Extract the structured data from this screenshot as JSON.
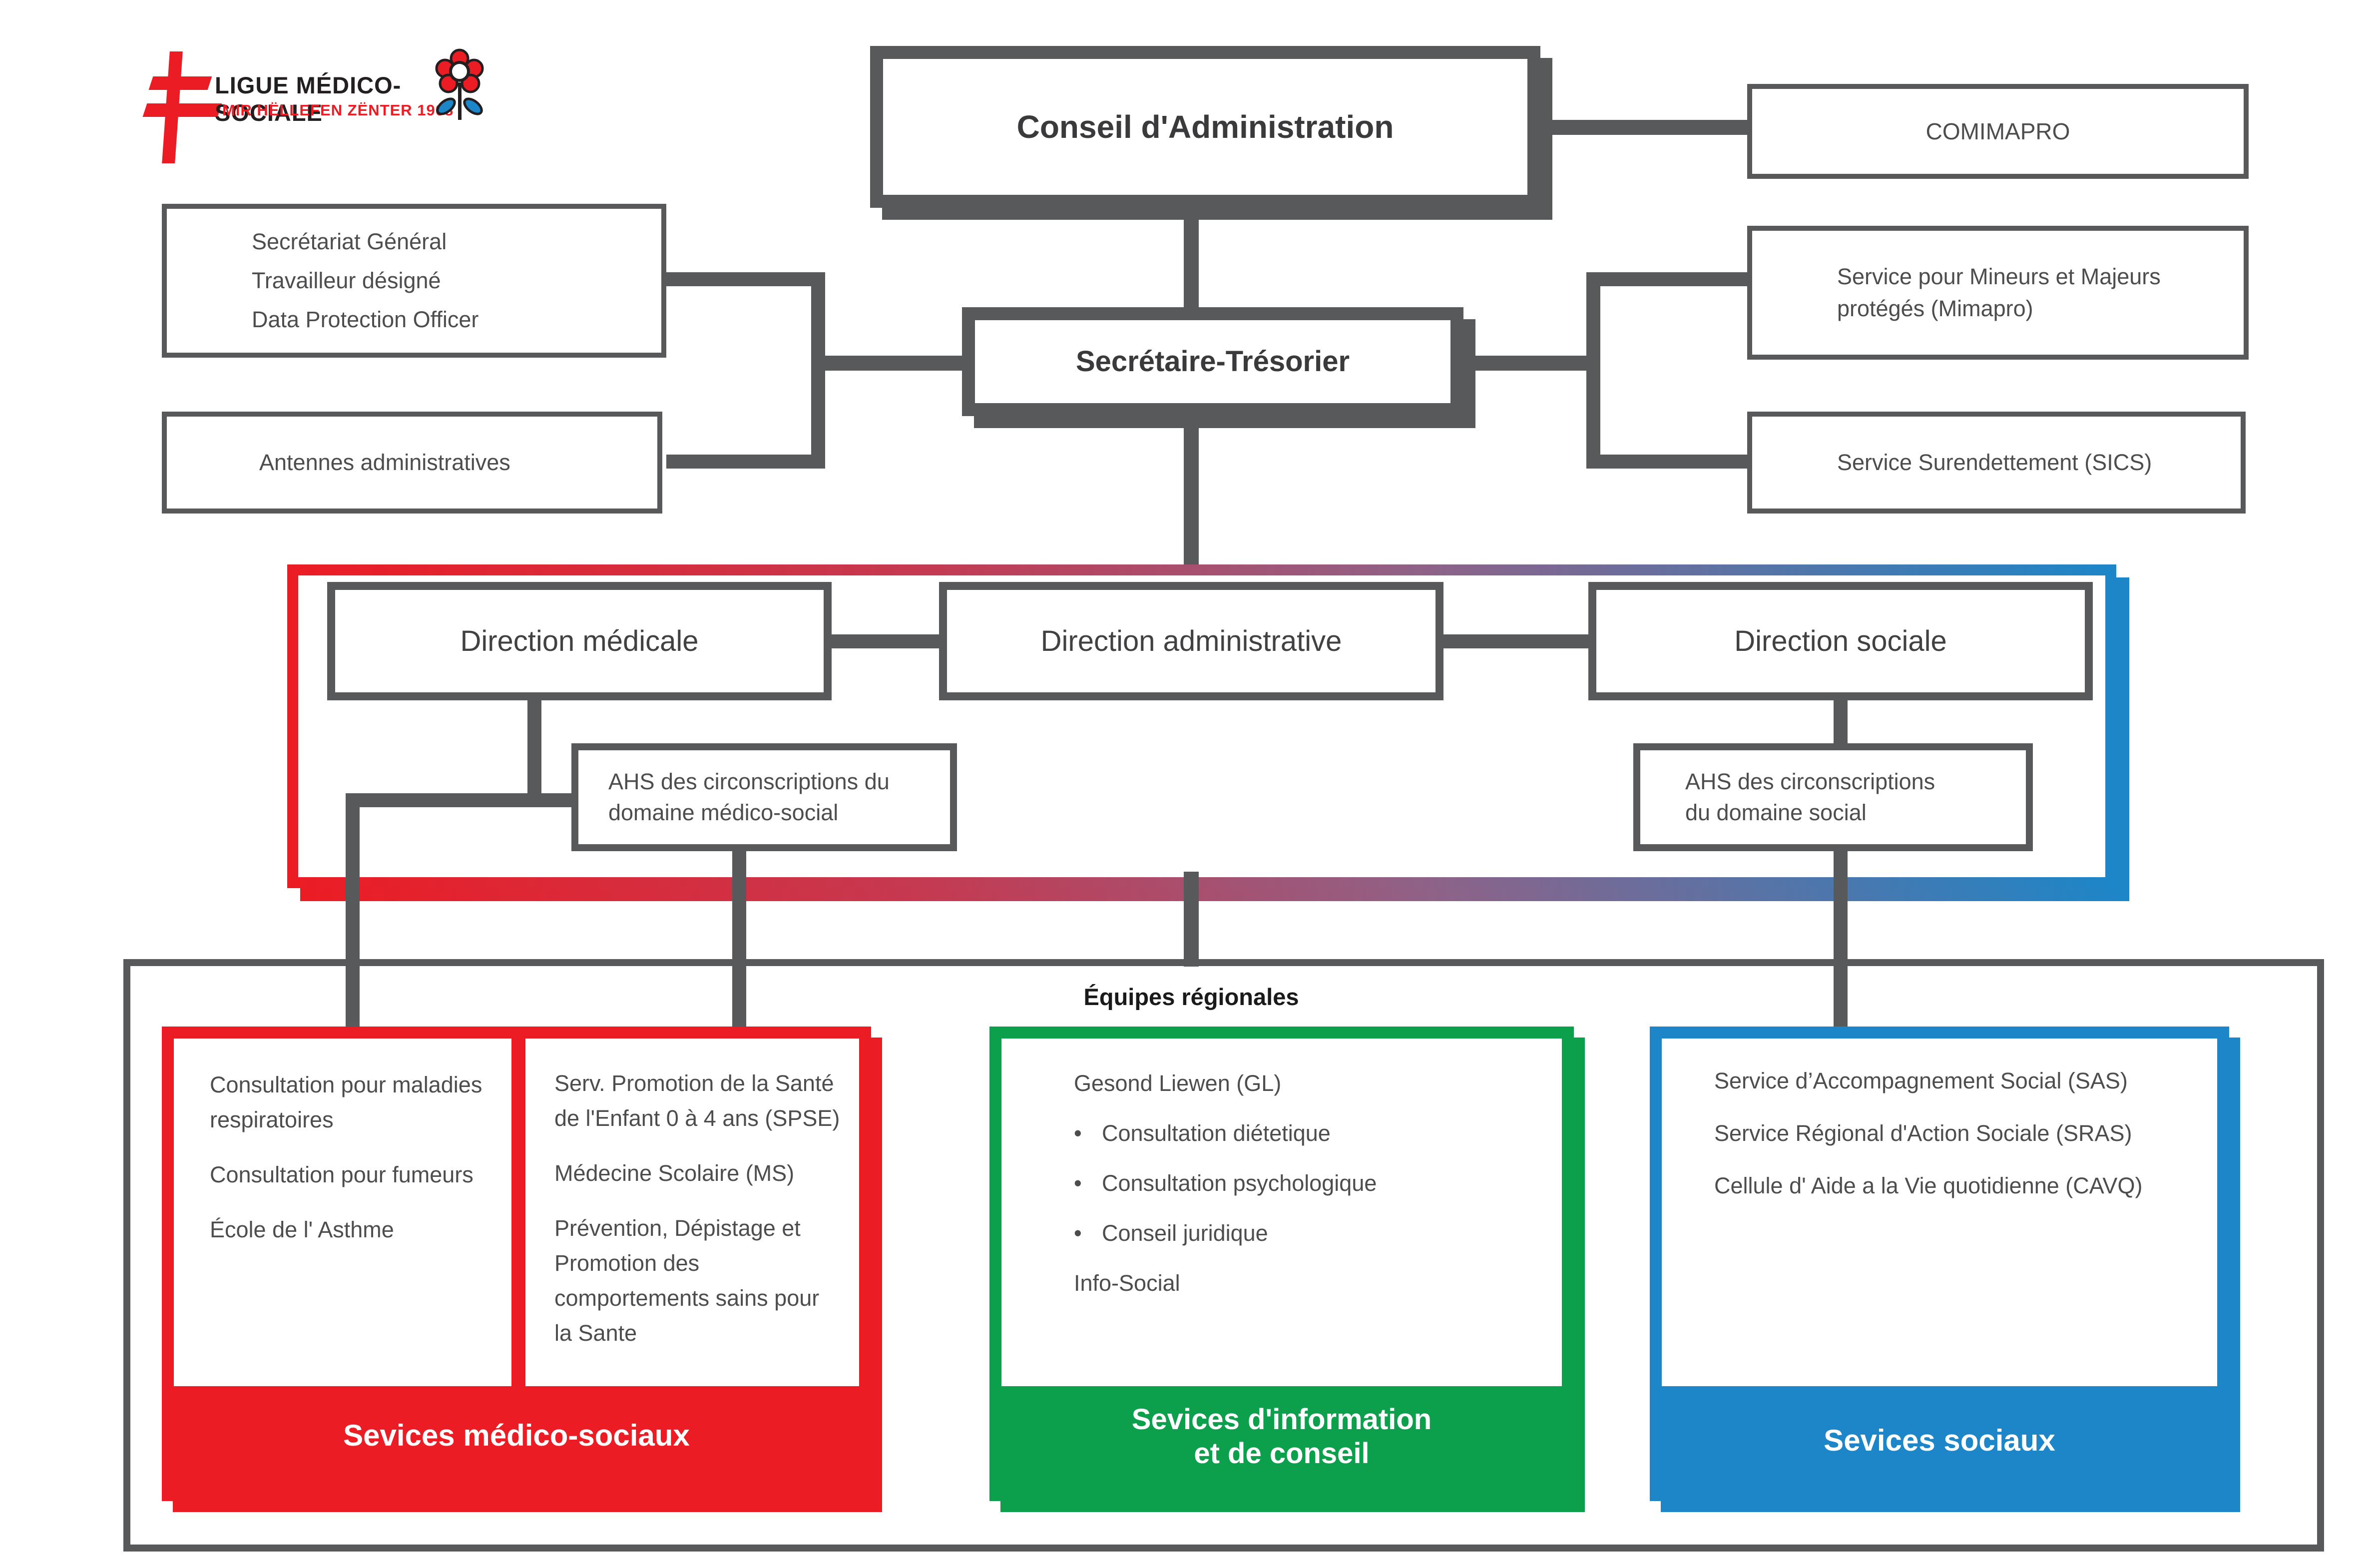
{
  "logo": {
    "title": "LIGUE MÉDICO-SOCIALE",
    "subtitle": "MIR HËLLEFEN ZËNTER 1908"
  },
  "colors": {
    "red": "#EC1C24",
    "green": "#0DA04C",
    "blue": "#1C86C8",
    "connector_gray": "#58595B"
  },
  "top": {
    "conseil": "Conseil d'Administration",
    "comimapro": "COMIMAPRO",
    "secretariat_items": [
      "Secrétariat Général",
      "Travailleur désigné",
      "Data Protection Officer"
    ],
    "antennes": "Antennes administratives",
    "secretaire": "Secrétaire-Trésorier",
    "mimapro": "Service pour Mineurs et Majeurs\nprotégés (Mimapro)",
    "sics": "Service Surendettement (SICS)"
  },
  "directions": {
    "medicale": "Direction médicale",
    "administrative": "Direction administrative",
    "sociale": "Direction sociale",
    "ahs_medico": "AHS des circonscriptions du\ndomaine médico-social",
    "ahs_social": "AHS des circonscriptions\ndu domaine social"
  },
  "bottom": {
    "equipes_label": "Équipes régionales",
    "bullet_char": "•",
    "red": {
      "col1": [
        "Consultation pour maladies\nrespiratoires",
        "Consultation pour fumeurs",
        "École de l' Asthme"
      ],
      "col2": [
        "Serv. Promotion de la Santé\nde l'Enfant 0 à 4 ans (SPSE)",
        "Médecine Scolaire (MS)",
        "Prévention, Dépistage et\nPromotion des\ncomportements sains pour\nla Sante"
      ],
      "footer": "Sevices médico-sociaux"
    },
    "green": {
      "title": "Gesond Liewen (GL)",
      "bullets": [
        "Consultation diétetique",
        "Consultation psychologique",
        "Conseil juridique"
      ],
      "extra": "Info-Social",
      "footer": "Sevices d'information\net de conseil"
    },
    "blue": {
      "items": [
        "Service d’Accompagnement Social (SAS)",
        "Service Régional d'Action Sociale (SRAS)",
        "Cellule d' Aide a la Vie quotidienne (CAVQ)"
      ],
      "footer": "Sevices sociaux"
    }
  }
}
